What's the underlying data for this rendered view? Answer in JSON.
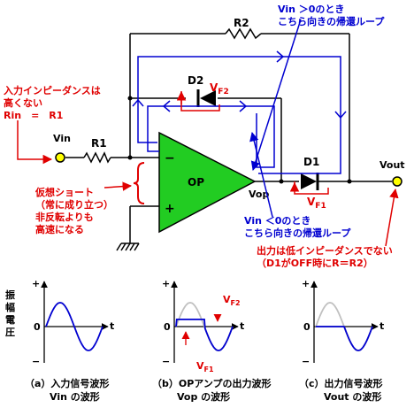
{
  "colors": {
    "red": "#e00000",
    "blue": "#0000d0",
    "opamp": "#22cc22",
    "node": "#ffff00",
    "wave_gray": "#c0c0c0"
  },
  "circuit": {
    "r2": "R2",
    "r1": "R1",
    "d2": "D2",
    "d1": "D1",
    "op": "OP",
    "vin": "Vin",
    "vout": "Vout",
    "vop": "Vop",
    "vf1": "VF1",
    "vf2": "VF2",
    "minus": "−",
    "plus": "+"
  },
  "notes": {
    "input_impedance": [
      "入力インピーダンスは",
      "高くない",
      "Rin　=　R1"
    ],
    "virtual_short": [
      "仮想ショート",
      "（常に成り立つ）",
      "非反転よりも",
      "高速になる"
    ],
    "vin_pos": [
      "Vin ＞0のとき",
      "こちら向きの帰還ループ"
    ],
    "vin_neg": [
      "Vin ＜0のとき",
      "こちら向きの帰還ループ"
    ],
    "output_impedance": [
      "出力は低インピーダンスでない",
      "（D1がOFF時にR＝R2）"
    ]
  },
  "graphs": {
    "amp_axis": [
      "振",
      "幅",
      "電",
      "圧"
    ],
    "plus": "+",
    "minus": "−",
    "zero": "0",
    "t": "t",
    "vf1": "VF1",
    "vf2": "VF2",
    "captions": [
      [
        "（a）入力信号波形",
        "Vin の波形"
      ],
      [
        "（b）OPアンプの出力波形",
        "Vop の波形"
      ],
      [
        "（c）出力信号波形",
        "Vout の波形"
      ]
    ]
  }
}
